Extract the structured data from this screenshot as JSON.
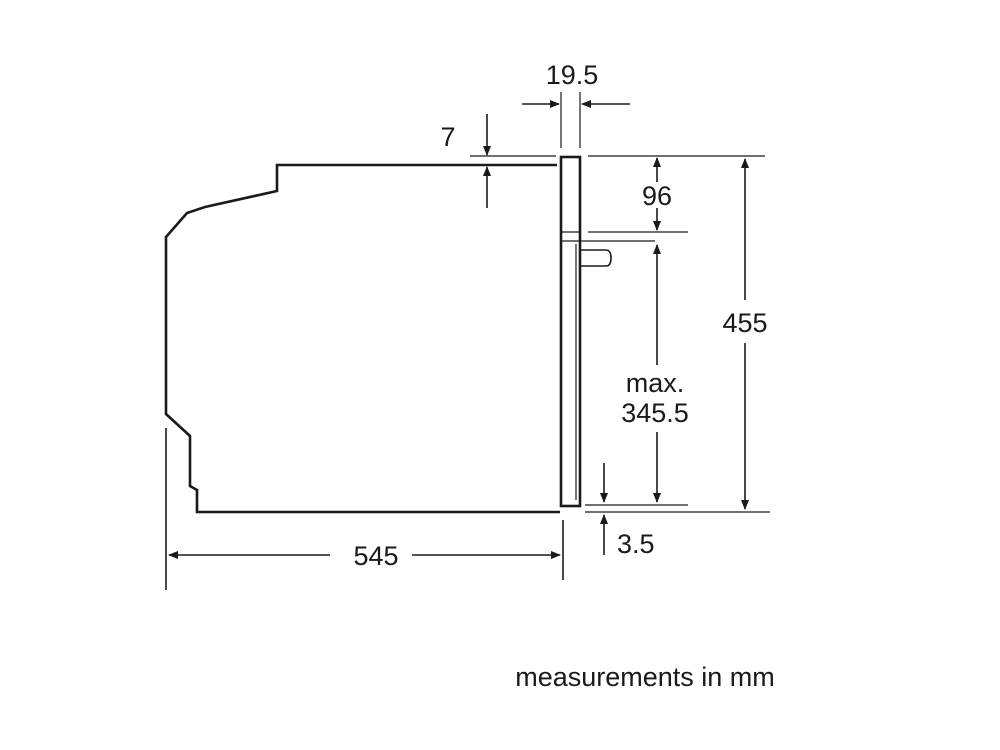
{
  "diagram": {
    "dimensions": {
      "depth": "545",
      "front_panel": "19.5",
      "top_offset": "7",
      "control_panel_height": "96",
      "total_height": "455",
      "opening_height_prefix": "max.",
      "opening_height_value": "345.5",
      "bottom_offset": "3.5"
    },
    "note": "measurements in mm"
  }
}
